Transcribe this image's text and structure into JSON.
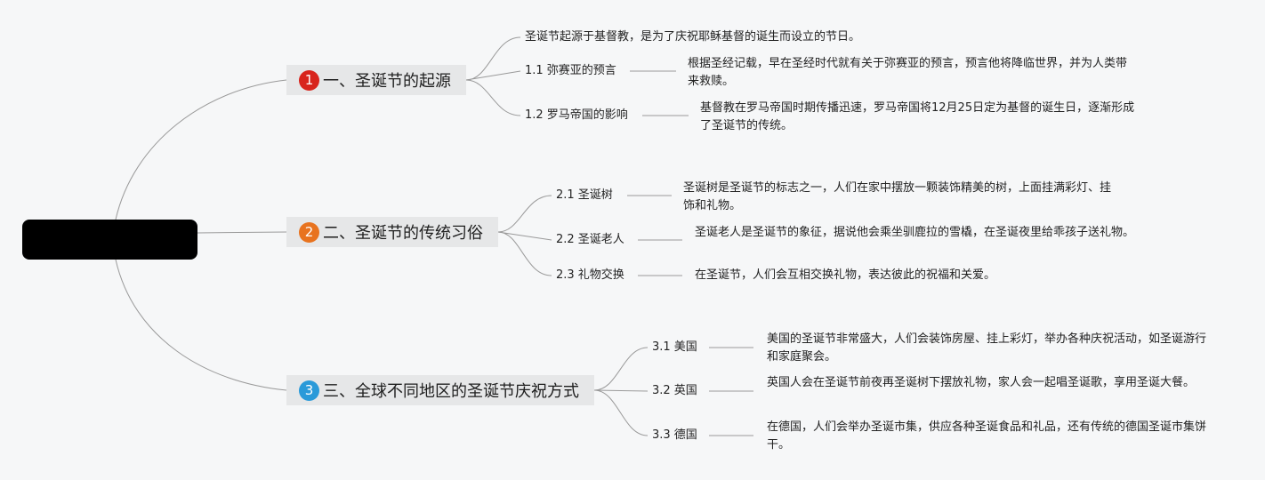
{
  "root": {
    "label": ""
  },
  "branches": [
    {
      "number": "1",
      "badge_color": "#d8241c",
      "title": "一、圣诞节的起源",
      "intro": "圣诞节起源于基督教，是为了庆祝耶稣基督的诞生而设立的节日。",
      "children": [
        {
          "label": "1.1 弥赛亚的预言",
          "text": "根据圣经记载，早在圣经时代就有关于弥赛亚的预言，预言他将降临世界，并为人类带来救赎。"
        },
        {
          "label": "1.2 罗马帝国的影响",
          "text": "基督教在罗马帝国时期传播迅速，罗马帝国将12月25日定为基督的诞生日，逐渐形成了圣诞节的传统。"
        }
      ]
    },
    {
      "number": "2",
      "badge_color": "#e8731f",
      "title": "二、圣诞节的传统习俗",
      "children": [
        {
          "label": "2.1 圣诞树",
          "text": "圣诞树是圣诞节的标志之一，人们在家中摆放一颗装饰精美的树，上面挂满彩灯、挂饰和礼物。"
        },
        {
          "label": "2.2 圣诞老人",
          "text": "圣诞老人是圣诞节的象征，据说他会乘坐驯鹿拉的雪橇，在圣诞夜里给乖孩子送礼物。"
        },
        {
          "label": "2.3 礼物交换",
          "text": "在圣诞节，人们会互相交换礼物，表达彼此的祝福和关爱。"
        }
      ]
    },
    {
      "number": "3",
      "badge_color": "#2a9ad9",
      "title": "三、全球不同地区的圣诞节庆祝方式",
      "children": [
        {
          "label": "3.1 美国",
          "text": "美国的圣诞节非常盛大，人们会装饰房屋、挂上彩灯，举办各种庆祝活动，如圣诞游行和家庭聚会。"
        },
        {
          "label": "3.2 英国",
          "text": "英国人会在圣诞节前夜再圣诞树下摆放礼物，家人会一起唱圣诞歌，享用圣诞大餐。"
        },
        {
          "label": "3.3 德国",
          "text": "在德国，人们会举办圣诞市集，供应各种圣诞食品和礼品，还有传统的德国圣诞市集饼干。"
        }
      ]
    }
  ]
}
